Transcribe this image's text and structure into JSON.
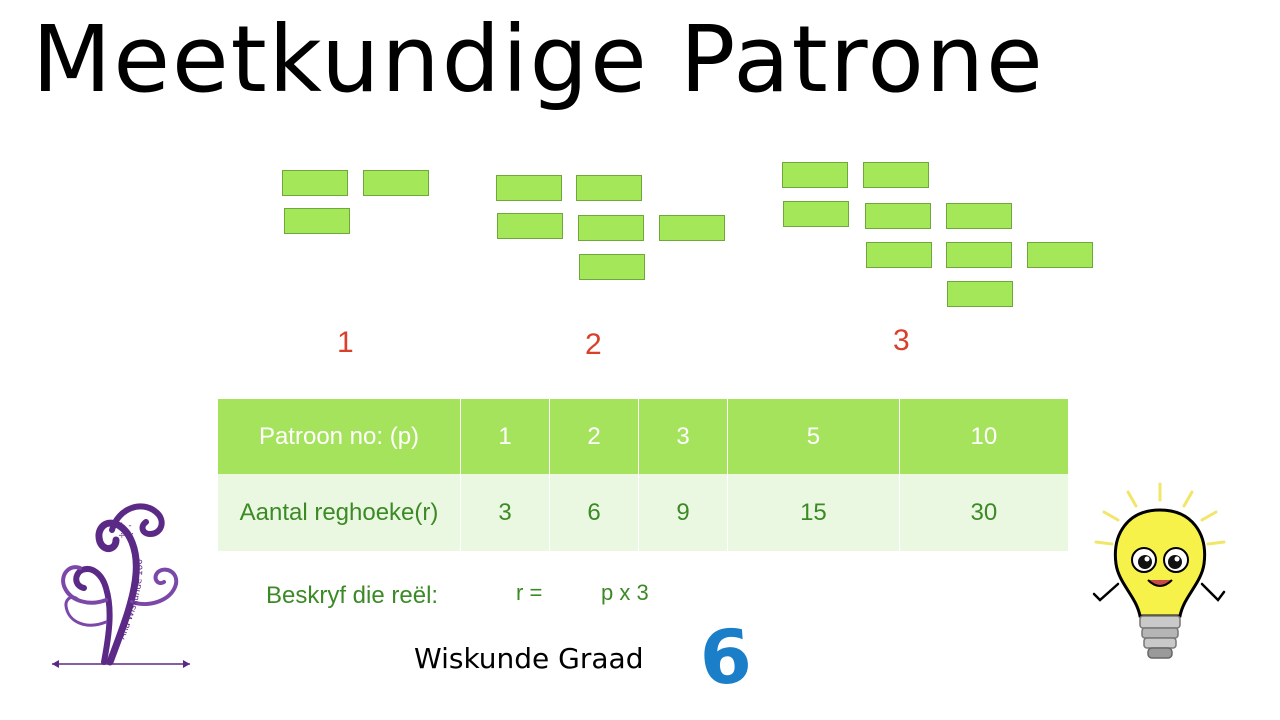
{
  "title": "Meetkundige Patrone",
  "pattern_labels": [
    "1",
    "2",
    "3"
  ],
  "table": {
    "header": {
      "label": "Patroon no: (p)",
      "values": [
        "1",
        "2",
        "3",
        "5",
        "10"
      ]
    },
    "data": {
      "label": "Aantal reghoeke(r)",
      "values": [
        "3",
        "6",
        "9",
        "15",
        "30"
      ]
    }
  },
  "rule": {
    "label": "Beskryf die reël:",
    "r": "r =",
    "expr": "p x 3"
  },
  "footer": {
    "subject": "Wiskunde Graad",
    "grade": "6"
  },
  "logo": {
    "text": "Aha Wiskunde",
    "percent": "100%",
    "symbols": "+ - ÷ x"
  },
  "colors": {
    "rect_fill": "#a4e85a",
    "header_row": "#a6e35c",
    "data_row": "#ebf8e1",
    "green_text": "#3c8a26",
    "pattern_number": "#d9402a",
    "grade_blue": "#1a7fc8",
    "logo_purple": "#5b2a86"
  }
}
